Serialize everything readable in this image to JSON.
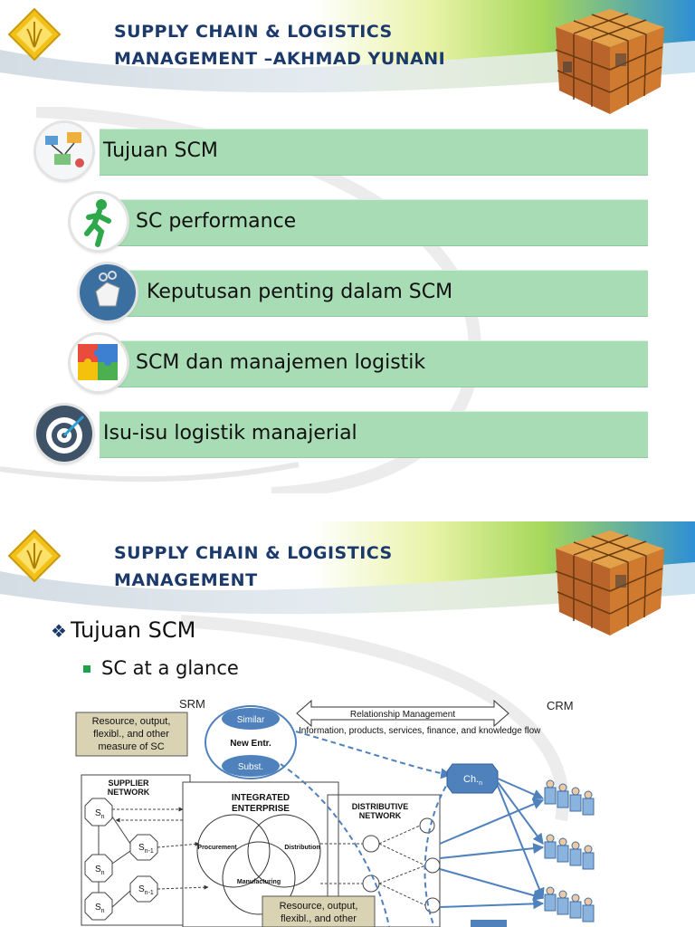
{
  "slide1": {
    "title_line1": "SUPPLY CHAIN & LOGISTICS",
    "title_line2": "MANAGEMENT –AKHMAD YUNANI",
    "items": [
      {
        "label": "Tujuan SCM",
        "icon": "flowchart-icon"
      },
      {
        "label": "SC performance",
        "icon": "running-person-icon"
      },
      {
        "label": "Keputusan penting dalam SCM",
        "icon": "hand-scissors-icon"
      },
      {
        "label": "SCM dan manajemen logistik",
        "icon": "puzzle-icon"
      },
      {
        "label": "Isu-isu logistik manajerial",
        "icon": "target-icon"
      }
    ]
  },
  "slide2": {
    "title_line1": "SUPPLY CHAIN & LOGISTICS",
    "title_line2": "MANAGEMENT",
    "bullet1": "Tujuan SCM",
    "bullet2": "SC at a glance",
    "diagram": {
      "srm": "SRM",
      "crm": "CRM",
      "box1_lines": [
        "Resource, output,",
        "flexibl., and other",
        "measure of SC"
      ],
      "similar": "Similar",
      "new_entr": "New Entr.",
      "subst": "Subst.",
      "relationship": "Relationship Management",
      "flow": "Information, products, services, finance, and knowledge flow",
      "supplier_network": [
        "SUPPLIER",
        "NETWORK"
      ],
      "integrated": [
        "INTEGRATED",
        "ENTERPRISE"
      ],
      "procurement": "Procurement",
      "distribution": "Distribution",
      "manufacturing": "Manufacturing",
      "distributive": [
        "DISTRIBUTIVE",
        "NETWORK"
      ],
      "ch": "Ch.",
      "ch_sub": "n",
      "sn": "S",
      "sn_sub": "n",
      "sn1_sub": "n-1",
      "box2_lines": [
        "Resource, output,",
        "flexibl., and other"
      ]
    }
  },
  "colors": {
    "title": "#1b3a6b",
    "bar": "#a7dcb4",
    "bullet_square": "#21a04a",
    "diagram_blue": "#4f81bd"
  }
}
